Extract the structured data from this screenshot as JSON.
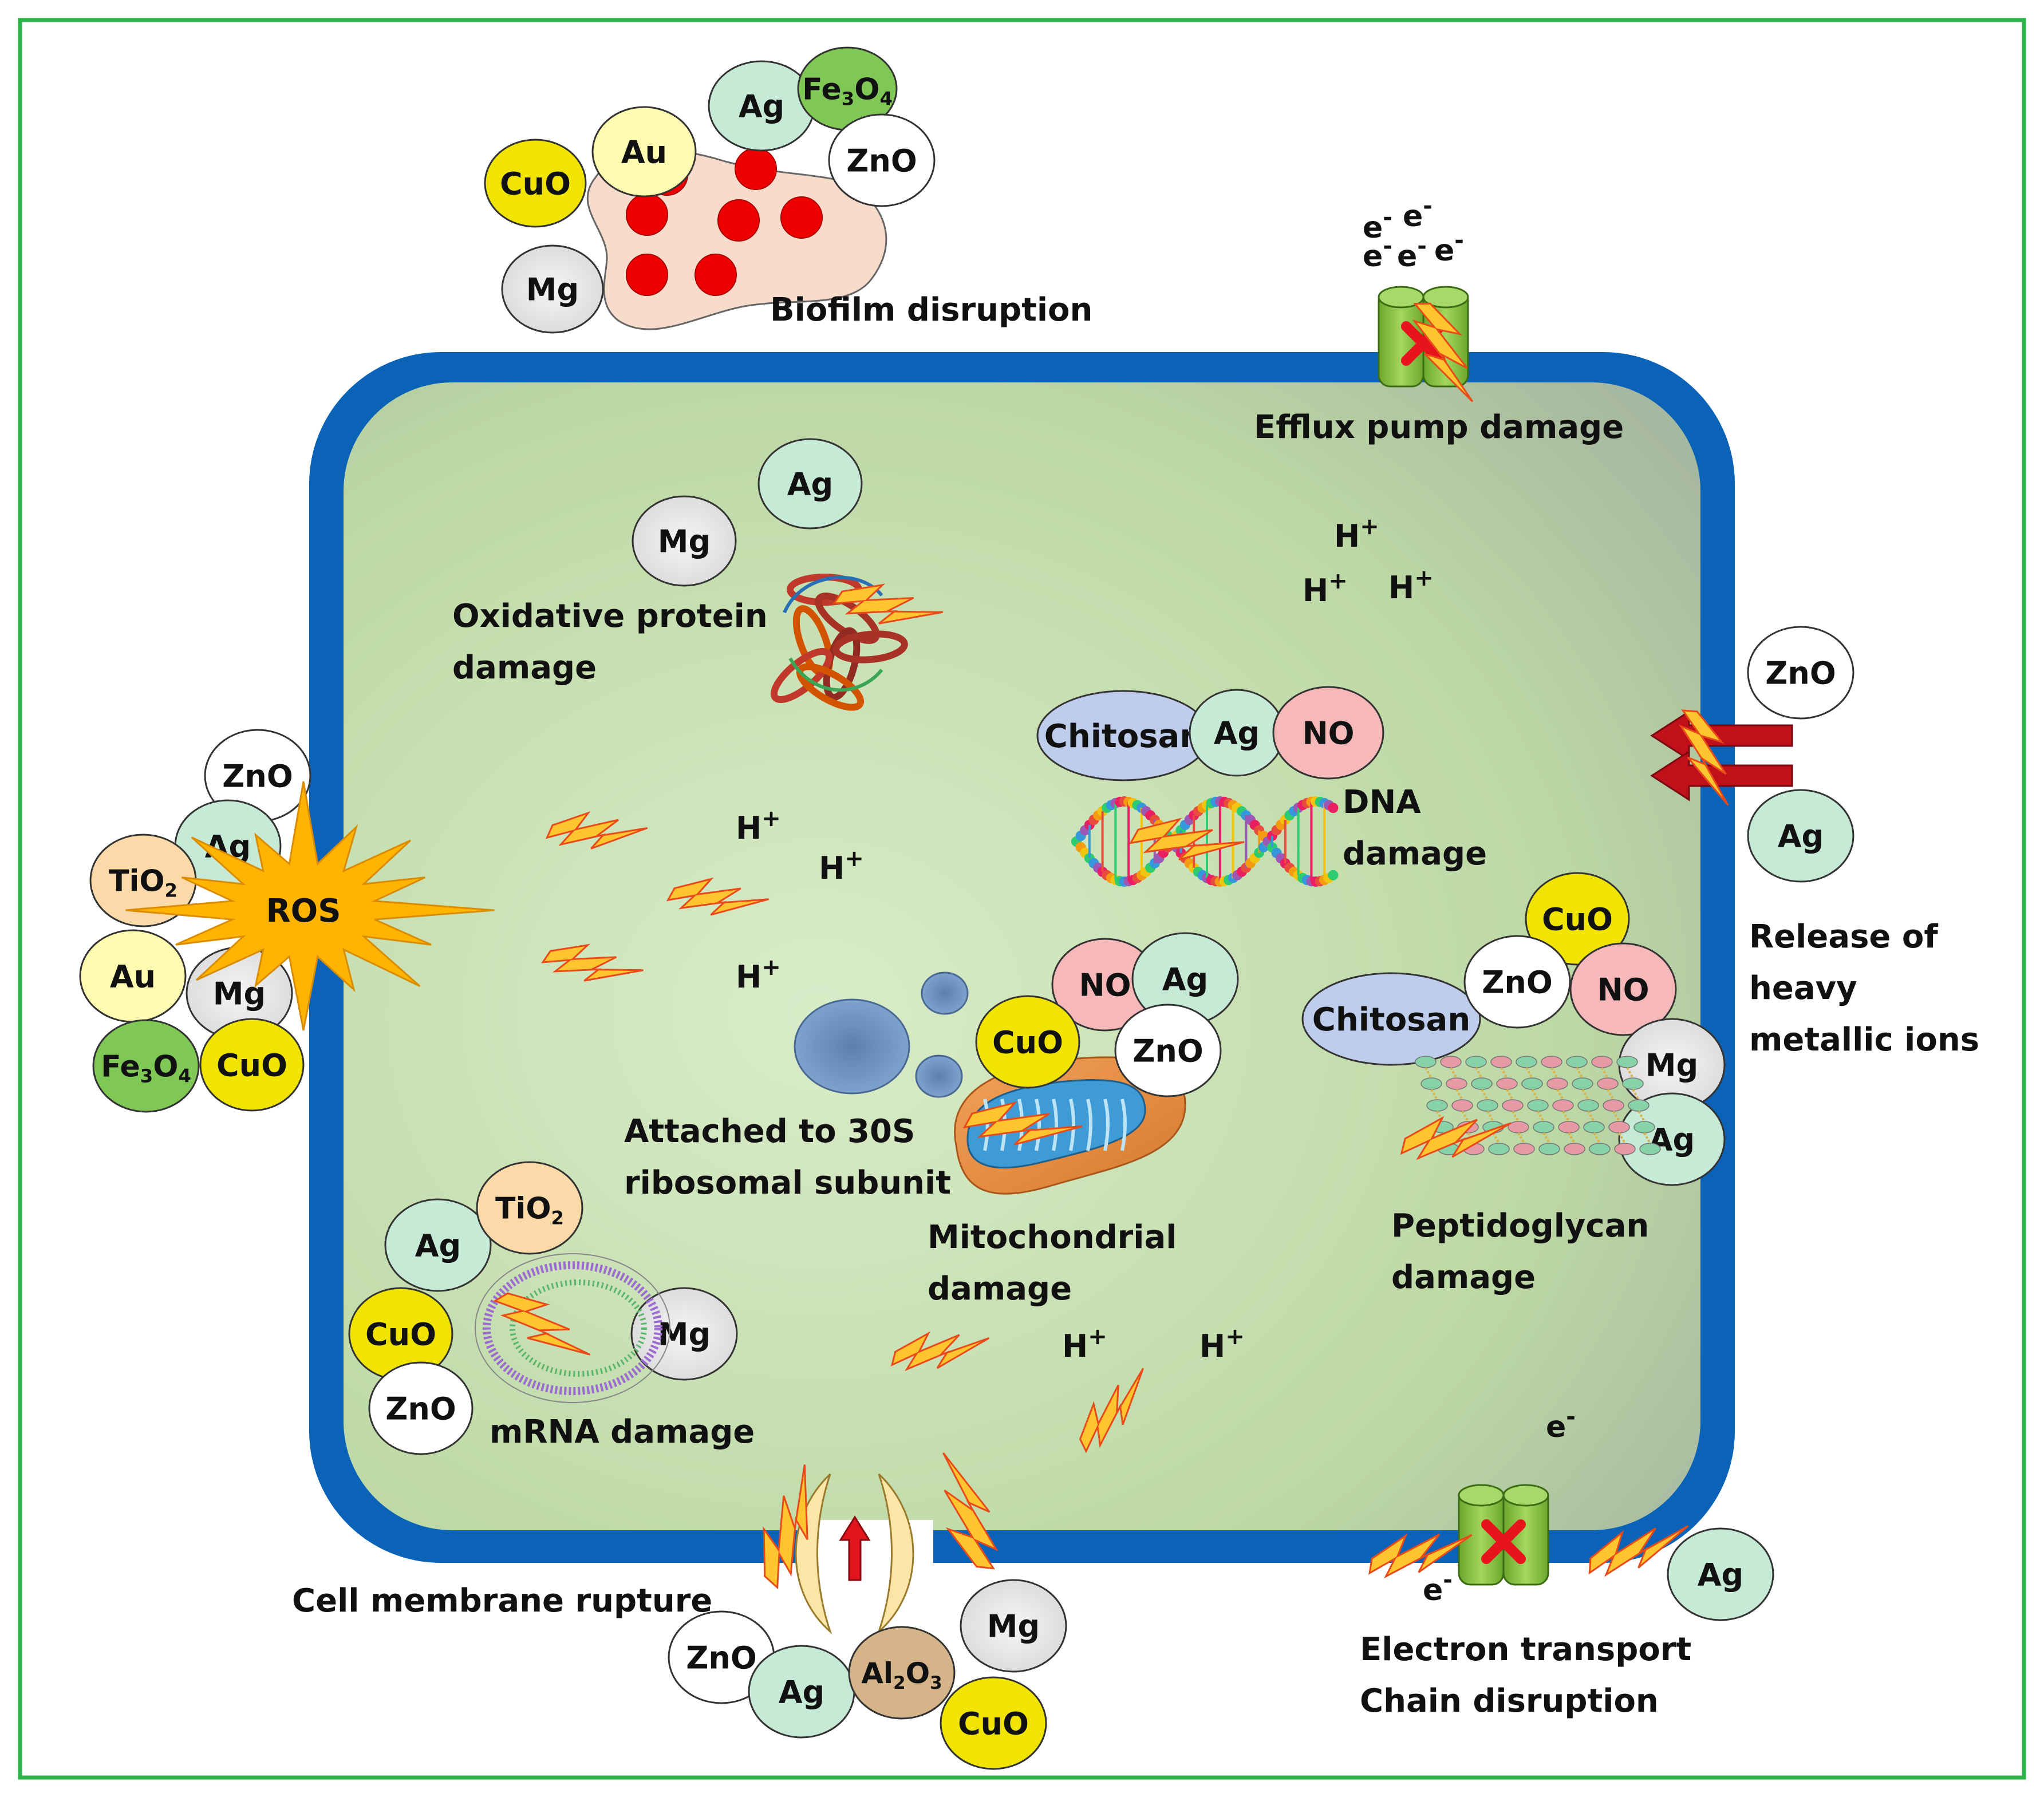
{
  "colors": {
    "frame": "#2db34a",
    "cell_wall": "#0b63b8",
    "cytoplasm_light": "#d4e8c4",
    "cytoplasm_dark": "#a9c88f",
    "bolt_fill": "#ffc52e",
    "bolt_stroke": "#e84a1a",
    "ros_fill": "#ffb400",
    "pump_green": "#88c540",
    "cross_red": "#e8141c",
    "arrow_red": "#c0101a",
    "np": {
      "CuO": "#f0e400",
      "Au": "#fffbb0",
      "Ag": "#c6ead6",
      "Fe3O4": "#7fc855",
      "ZnO": "#ffffff",
      "Mg": "#ebebeb",
      "TiO2": "#fbd9a8",
      "NO": "#f7b8b9",
      "Chitosan": "#bfcdec",
      "Al2O3": "#d6b489"
    }
  },
  "icons": [
    "lightning-bolt-icon",
    "ros-starburst-icon",
    "efflux-pump-icon",
    "cross-icon",
    "dna-helix-icon",
    "protein-icon",
    "mitochondrion-icon",
    "ribosome-icon",
    "mrna-icon",
    "peptidoglycan-icon",
    "arrow-icon",
    "biofilm-icon"
  ],
  "labels": {
    "biofilm": "Biofilm disruption",
    "efflux": "Efflux pump damage",
    "oxidative_1": "Oxidative protein",
    "oxidative_2": "damage",
    "dna_1": "DNA",
    "dna_2": "damage",
    "ribosome_1": "Attached to 30S",
    "ribosome_2": "ribosomal subunit",
    "mito_1": "Mitochondrial",
    "mito_2": "damage",
    "pepti_1": "Peptidoglycan",
    "pepti_2": "damage",
    "mrna": "mRNA damage",
    "membrane": "Cell membrane rupture",
    "etc_1": "Electron transport",
    "etc_2": "Chain disruption",
    "release_1": "Release of",
    "release_2": "heavy",
    "release_3": "metallic ions",
    "ros": "ROS"
  },
  "ions": {
    "proton": "H",
    "plus": "+",
    "electron": "e",
    "minus": "-"
  },
  "nanoparticles": {
    "cuo": "CuO",
    "au": "Au",
    "ag": "Ag",
    "zno": "ZnO",
    "mg": "Mg",
    "no": "NO",
    "chitosan": "Chitosan",
    "fe": "Fe",
    "ti": "TiO",
    "al": "Al",
    "o": "O",
    "sub2": "2",
    "sub3": "3",
    "sub4": "4"
  }
}
